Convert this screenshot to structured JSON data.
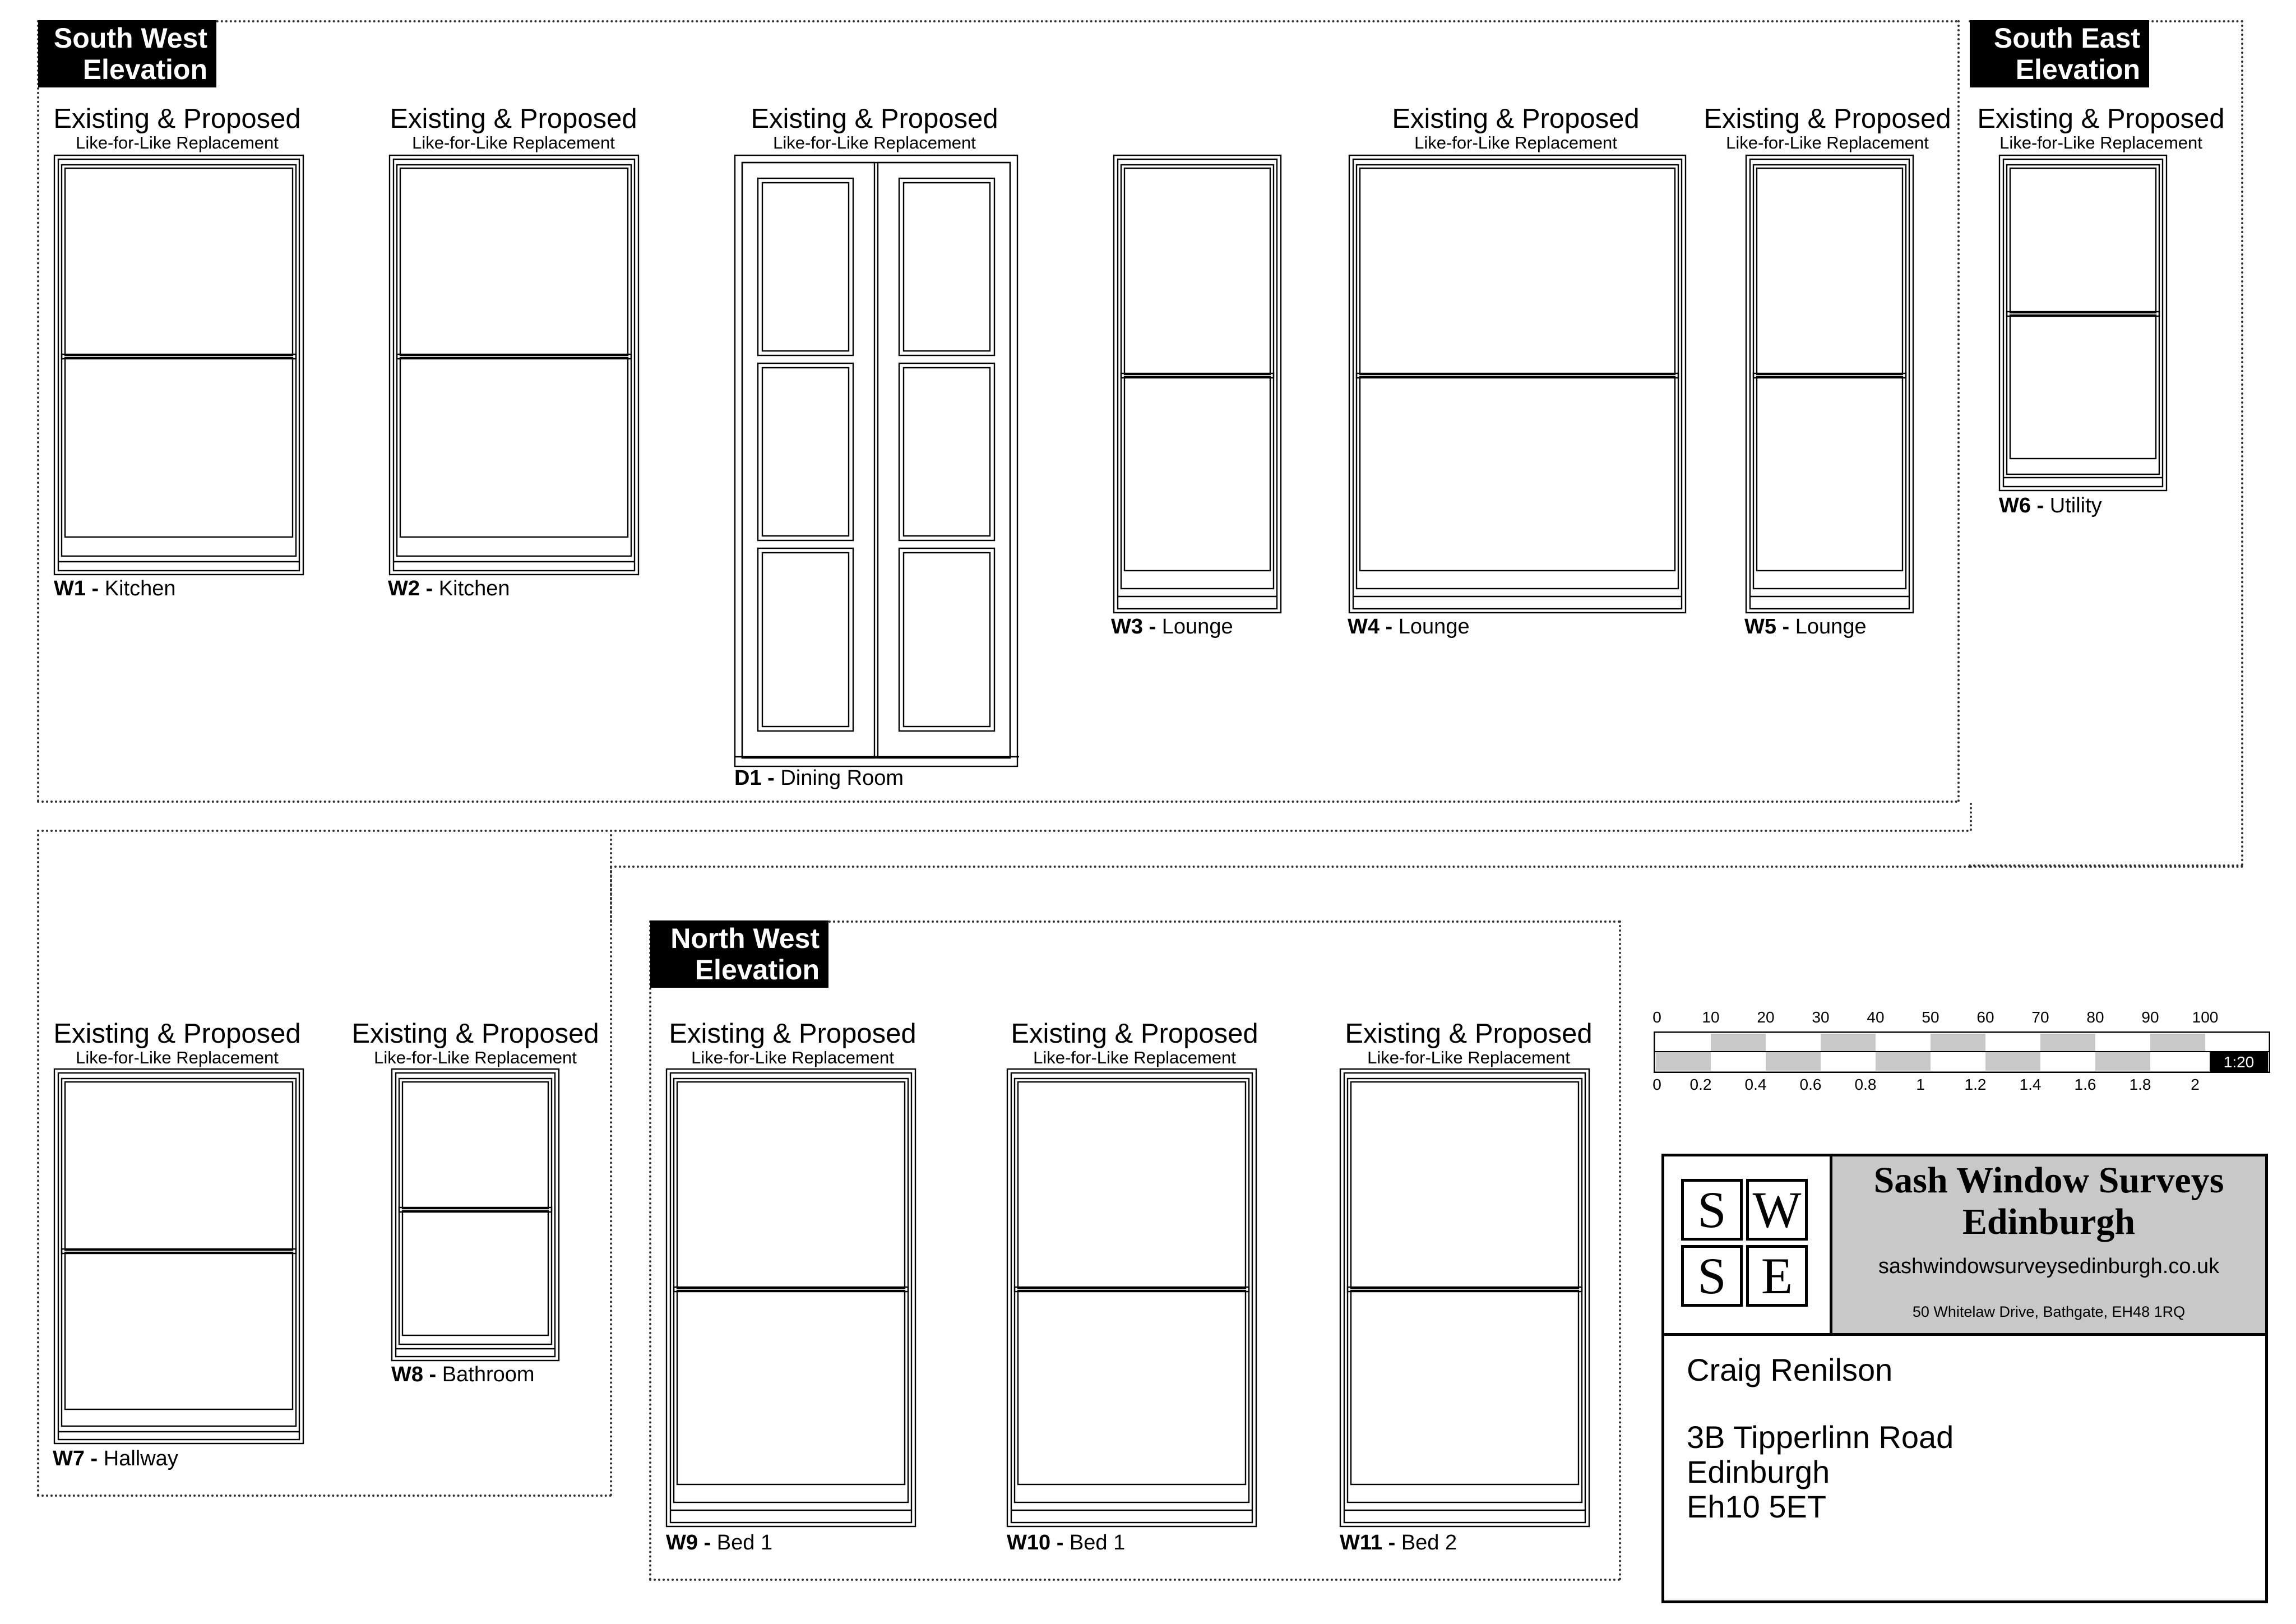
{
  "elevations": {
    "south_west": "South West\nElevation",
    "south_east": "South East\nElevation",
    "north_west": "North West\nElevation"
  },
  "heading": {
    "main": "Existing & Proposed",
    "sub": "Like-for-Like Replacement"
  },
  "windows": [
    {
      "code": "W1 -",
      "room": "Kitchen"
    },
    {
      "code": "W2 -",
      "room": "Kitchen"
    },
    {
      "code": "D1 -",
      "room": "Dining Room"
    },
    {
      "code": "W3 -",
      "room": "Lounge"
    },
    {
      "code": "W4 -",
      "room": "Lounge"
    },
    {
      "code": "W5 -",
      "room": "Lounge"
    },
    {
      "code": "W6 -",
      "room": "Utility"
    },
    {
      "code": "W7 -",
      "room": "Hallway"
    },
    {
      "code": "W8 -",
      "room": "Bathroom"
    },
    {
      "code": "W9 -",
      "room": "Bed 1"
    },
    {
      "code": "W10 -",
      "room": "Bed 1"
    },
    {
      "code": "W11 -",
      "room": "Bed 2"
    }
  ],
  "scale_bar": {
    "top_labels": [
      "0",
      "10",
      "20",
      "30",
      "40",
      "50",
      "60",
      "70",
      "80",
      "90",
      "100"
    ],
    "bottom_labels": [
      "0",
      "0.2",
      "0.4",
      "0.6",
      "0.8",
      "1",
      "1.2",
      "1.4",
      "1.6",
      "1.8",
      "2"
    ],
    "ratio": "1:20"
  },
  "title_block": {
    "logo": [
      "S",
      "W",
      "S",
      "E"
    ],
    "company": "Sash Window Surveys\nEdinburgh",
    "website": "sashwindowsurveysedinburgh.co.uk",
    "company_address": "50 Whitelaw Drive, Bathgate, EH48 1RQ",
    "client": "Craig Renilson",
    "site_address": [
      "3B Tipperlinn Road",
      "Edinburgh",
      "Eh10 5ET"
    ]
  },
  "colors": {
    "ink": "#000000",
    "label_background": "#000000",
    "title_block_header": "#c8c8c8"
  }
}
